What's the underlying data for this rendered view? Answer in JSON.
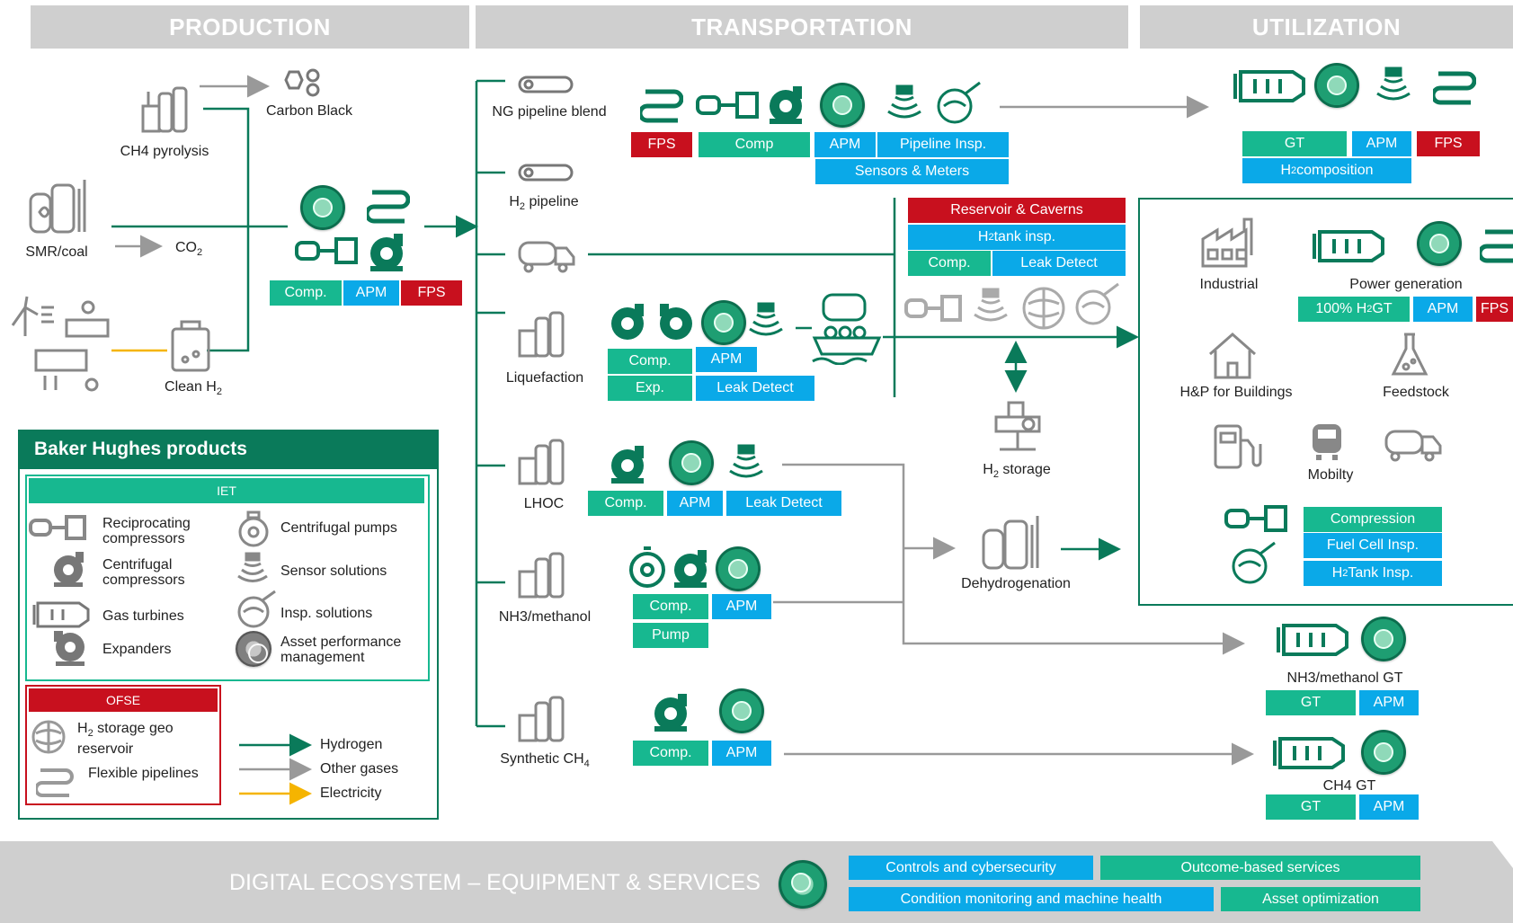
{
  "headers": {
    "production": "PRODUCTION",
    "transportation": "TRANSPORTATION",
    "utilization": "UTILIZATION"
  },
  "production": {
    "ch4_pyrolysis": "CH4 pyrolysis",
    "carbon_black": "Carbon Black",
    "smr_coal": "SMR/coal",
    "co2": "CO",
    "co2_sub": "2",
    "clean_h2": "Clean H",
    "clean_h2_sub": "2",
    "tags": {
      "comp": "Comp.",
      "apm": "APM",
      "fps": "FPS"
    }
  },
  "transportation": {
    "ng_blend": "NG pipeline blend",
    "h2_pipeline": "H",
    "h2_pipeline_sub": "2",
    "h2_pipeline_rest": " pipeline",
    "liquefaction": "Liquefaction",
    "lhoc": "LHOC",
    "nh3": "NH3/methanol",
    "synthetic": "Synthetic CH",
    "synthetic_sub": "4",
    "ng_tags": {
      "fps": "FPS",
      "comp": "Comp",
      "apm": "APM",
      "pipeline_insp": "Pipeline Insp.",
      "sensors": "Sensors & Meters"
    },
    "storage_tags": {
      "reservoir": "Reservoir & Caverns",
      "h2_tank_a": "H",
      "h2_tank_sub": "2",
      "h2_tank_b": " tank insp.",
      "comp": "Comp.",
      "leak": "Leak Detect"
    },
    "liq_tags": {
      "comp": "Comp.",
      "apm": "APM",
      "exp": "Exp.",
      "leak": "Leak Detect"
    },
    "lhoc_tags": {
      "comp": "Comp.",
      "apm": "APM",
      "leak": "Leak Detect"
    },
    "nh3_tags": {
      "comp": "Comp.",
      "apm": "APM",
      "pump": "Pump"
    },
    "syn_tags": {
      "comp": "Comp.",
      "apm": "APM"
    },
    "h2_storage": "H",
    "h2_storage_sub": "2",
    "h2_storage_rest": " storage",
    "dehydrogenation": "Dehydrogenation"
  },
  "utilization": {
    "top_tags": {
      "gt": "GT",
      "apm": "APM",
      "fps": "FPS",
      "h2_comp_a": "H",
      "h2_comp_sub": "2",
      "h2_comp_b": " composition"
    },
    "industrial": "Industrial",
    "power_generation": "Power generation",
    "power_tags": {
      "gt_a": "100% H",
      "gt_sub": "2",
      "gt_b": " GT",
      "apm": "APM",
      "fps": "FPS"
    },
    "hp_buildings": "H&P for Buildings",
    "feedstock": "Feedstock",
    "mobility": "Mobilty",
    "mob_tags": {
      "compression": "Compression",
      "fuel_cell": "Fuel Cell Insp.",
      "h2_tank_a": "H",
      "h2_tank_sub": "2",
      "h2_tank_b": " Tank Insp."
    },
    "nh3_gt": "NH3/methanol GT",
    "nh3_tags": {
      "gt": "GT",
      "apm": "APM"
    },
    "ch4_gt": "CH4 GT",
    "ch4_tags": {
      "gt": "GT",
      "apm": "APM"
    }
  },
  "legend": {
    "title": "Baker Hughes products",
    "iet": "IET",
    "ofse": "OFSE",
    "items": {
      "recip": "Reciprocating compressors",
      "centrif_comp": "Centrifugal compressors",
      "gas_turbines": "Gas turbines",
      "expanders": "Expanders",
      "pumps": "Centrifugal pumps",
      "sensors": "Sensor solutions",
      "insp": "Insp. solutions",
      "apm": "Asset performance management",
      "geo_a": "H",
      "geo_sub": "2",
      "geo_b": " storage geo reservoir",
      "flex": "Flexible pipelines"
    },
    "arrows": {
      "hydrogen": "Hydrogen",
      "other": "Other gases",
      "electricity": "Electricity"
    }
  },
  "footer": {
    "title": "DIGITAL ECOSYSTEM – EQUIPMENT & SERVICES",
    "controls": "Controls and cybersecurity",
    "outcome": "Outcome-based services",
    "condition": "Condition monitoring and machine health",
    "asset": "Asset optimization"
  },
  "colors": {
    "green": "#17b890",
    "blue": "#0aa9e8",
    "red": "#c8101e",
    "dark_green": "#0a7a5a",
    "orange": "#f5b400",
    "gray": "#999999"
  }
}
